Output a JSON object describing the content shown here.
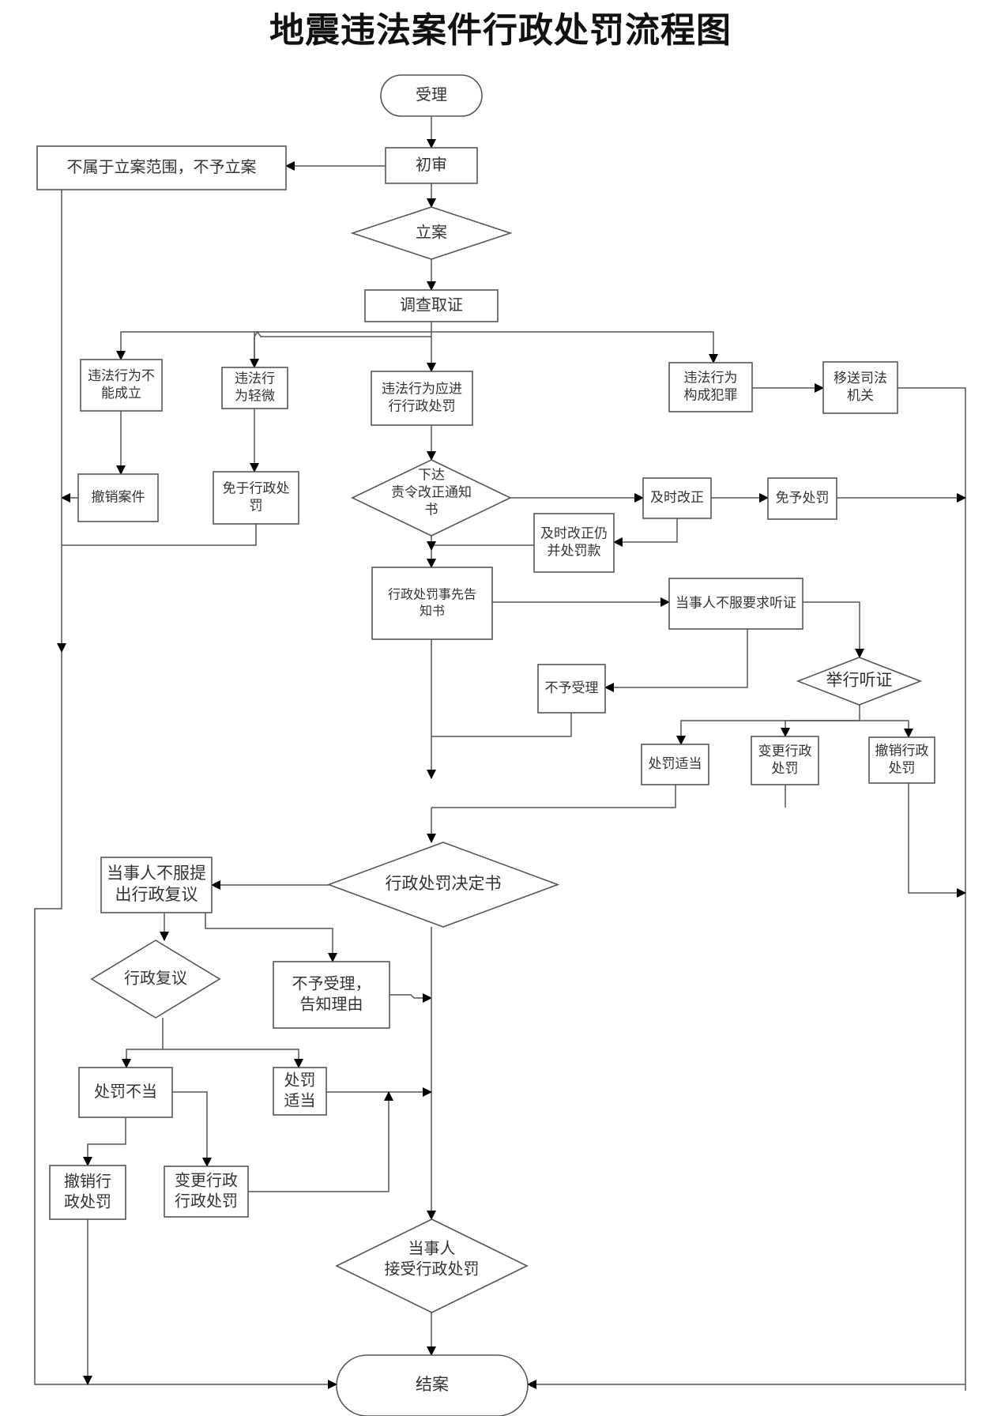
{
  "title": "地震违法案件行政处罚流程图",
  "colors": {
    "line": "#555555",
    "text": "#333333",
    "arrow": "#000000"
  },
  "nodes": {
    "accept": {
      "label": [
        "受理"
      ],
      "shape": "terminal"
    },
    "initial_review": {
      "label": [
        "初审"
      ],
      "shape": "process"
    },
    "not_filed": {
      "label": [
        "不属于立案范围，不予立案"
      ],
      "shape": "process"
    },
    "file_case": {
      "label": [
        "立案"
      ],
      "shape": "decision"
    },
    "investigate": {
      "label": [
        "调查取证"
      ],
      "shape": "process"
    },
    "not_established": {
      "label": [
        "违法行为不",
        "能成立"
      ],
      "shape": "process"
    },
    "minor": {
      "label": [
        "违法行",
        "为轻微"
      ],
      "shape": "process"
    },
    "should_punish": {
      "label": [
        "违法行为应进",
        "行行政处罚"
      ],
      "shape": "process"
    },
    "crime": {
      "label": [
        "违法行为",
        "构成犯罪"
      ],
      "shape": "process"
    },
    "transfer_judicial": {
      "label": [
        "移送司法",
        "机关"
      ],
      "shape": "process"
    },
    "revoke_case": {
      "label": [
        "撤销案件"
      ],
      "shape": "process"
    },
    "exempt_admin": {
      "label": [
        "免于行政处",
        "罚"
      ],
      "shape": "process"
    },
    "rectify_notice": {
      "label": [
        "下达",
        "责令改正通知",
        "书"
      ],
      "shape": "decision"
    },
    "timely_corrected": {
      "label": [
        "及时改正"
      ],
      "shape": "process"
    },
    "exempt_penalty": {
      "label": [
        "免予处罚"
      ],
      "shape": "process"
    },
    "corrected_fined": {
      "label": [
        "及时改正仍",
        "并处罚款"
      ],
      "shape": "process"
    },
    "prior_notice": {
      "label": [
        "行政处罚事先告",
        "知书"
      ],
      "shape": "process"
    },
    "request_hearing": {
      "label": [
        "当事人不服要求听证"
      ],
      "shape": "process"
    },
    "reject1": {
      "label": [
        "不予受理"
      ],
      "shape": "process"
    },
    "hold_hearing": {
      "label": [
        "举行听证"
      ],
      "shape": "decision"
    },
    "penalty_appropriate1": {
      "label": [
        "处罚适当"
      ],
      "shape": "process"
    },
    "change_penalty1": {
      "label": [
        "变更行政",
        "处罚"
      ],
      "shape": "process"
    },
    "revoke_penalty1": {
      "label": [
        "撤销行政",
        "处罚"
      ],
      "shape": "process"
    },
    "decision_doc": {
      "label": [
        "行政处罚决定书"
      ],
      "shape": "decision"
    },
    "apply_review": {
      "label": [
        "当事人不服提",
        "出行政复议"
      ],
      "shape": "process"
    },
    "admin_review": {
      "label": [
        "行政复议"
      ],
      "shape": "decision"
    },
    "reject_reason": {
      "label": [
        "不予受理，",
        "告知理由"
      ],
      "shape": "process"
    },
    "improper": {
      "label": [
        "处罚不当"
      ],
      "shape": "process"
    },
    "penalty_appropriate2": {
      "label": [
        "处罚",
        "适当"
      ],
      "shape": "process"
    },
    "revoke_penalty2": {
      "label": [
        "撤销行",
        "政处罚"
      ],
      "shape": "process"
    },
    "change_penalty2": {
      "label": [
        "变更行政",
        "行政处罚"
      ],
      "shape": "process"
    },
    "accept_penalty": {
      "label": [
        "当事人",
        "接受行政处罚"
      ],
      "shape": "decision"
    },
    "close_case": {
      "label": [
        "结案"
      ],
      "shape": "terminal"
    }
  },
  "edges": [
    [
      "accept",
      "initial_review"
    ],
    [
      "initial_review",
      "not_filed"
    ],
    [
      "initial_review",
      "file_case"
    ],
    [
      "file_case",
      "investigate"
    ],
    [
      "investigate",
      "not_established"
    ],
    [
      "investigate",
      "minor"
    ],
    [
      "investigate",
      "should_punish"
    ],
    [
      "investigate",
      "crime"
    ],
    [
      "crime",
      "transfer_judicial"
    ],
    [
      "transfer_judicial",
      "close_case"
    ],
    [
      "not_established",
      "revoke_case"
    ],
    [
      "minor",
      "exempt_admin"
    ],
    [
      "revoke_case",
      "close_case"
    ],
    [
      "exempt_admin",
      "close_case"
    ],
    [
      "not_filed",
      "close_case"
    ],
    [
      "should_punish",
      "rectify_notice"
    ],
    [
      "rectify_notice",
      "timely_corrected"
    ],
    [
      "timely_corrected",
      "exempt_penalty"
    ],
    [
      "exempt_penalty",
      "close_case"
    ],
    [
      "timely_corrected",
      "corrected_fined"
    ],
    [
      "corrected_fined",
      "prior_notice"
    ],
    [
      "rectify_notice",
      "prior_notice"
    ],
    [
      "prior_notice",
      "request_hearing"
    ],
    [
      "request_hearing",
      "reject1"
    ],
    [
      "request_hearing",
      "hold_hearing"
    ],
    [
      "hold_hearing",
      "penalty_appropriate1"
    ],
    [
      "hold_hearing",
      "change_penalty1"
    ],
    [
      "hold_hearing",
      "revoke_penalty1"
    ],
    [
      "reject1",
      "decision_doc"
    ],
    [
      "prior_notice",
      "decision_doc"
    ],
    [
      "penalty_appropriate1",
      "decision_doc"
    ],
    [
      "change_penalty1",
      "decision_doc"
    ],
    [
      "revoke_penalty1",
      "close_case"
    ],
    [
      "decision_doc",
      "apply_review"
    ],
    [
      "apply_review",
      "admin_review"
    ],
    [
      "apply_review",
      "reject_reason"
    ],
    [
      "reject_reason",
      "accept_penalty"
    ],
    [
      "admin_review",
      "improper"
    ],
    [
      "admin_review",
      "penalty_appropriate2"
    ],
    [
      "improper",
      "revoke_penalty2"
    ],
    [
      "improper",
      "change_penalty2"
    ],
    [
      "change_penalty2",
      "accept_penalty"
    ],
    [
      "penalty_appropriate2",
      "accept_penalty"
    ],
    [
      "decision_doc",
      "accept_penalty"
    ],
    [
      "revoke_penalty2",
      "close_case"
    ],
    [
      "accept_penalty",
      "close_case"
    ]
  ]
}
